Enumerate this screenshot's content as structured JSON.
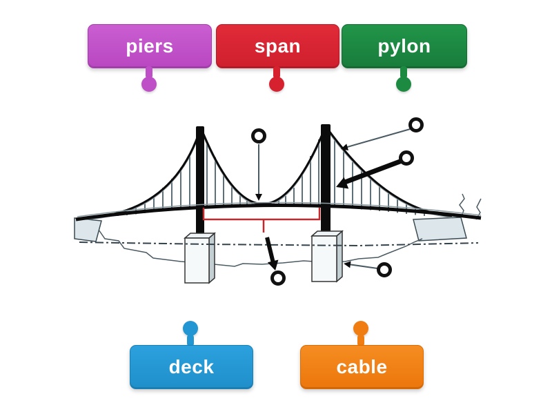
{
  "background": "#ffffff",
  "labels": {
    "top": [
      {
        "text": "piers",
        "color": "#bf4fc6"
      },
      {
        "text": "span",
        "color": "#d6212f"
      },
      {
        "text": "pylon",
        "color": "#1d8a41"
      }
    ],
    "bottom": [
      {
        "text": "deck",
        "color": "#2196d3"
      },
      {
        "text": "cable",
        "color": "#f07d12"
      }
    ]
  },
  "diagram": {
    "subject": "suspension bridge side view",
    "span_bracket_color": "#c3282d",
    "drop_target_count": 5
  }
}
